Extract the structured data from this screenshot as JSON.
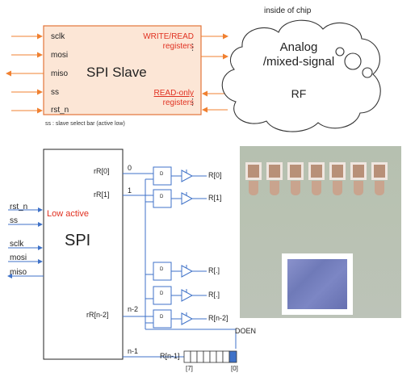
{
  "top_block": {
    "title": "SPI Slave",
    "pins_left": [
      "sclk",
      "mosi",
      "miso",
      "ss",
      "rst_n"
    ],
    "write_read_label": "WRITE/READ",
    "write_read_sub": "registers",
    "read_only_label": "READ-only",
    "read_only_sub": "registers",
    "note": "ss : slave select bar (active low)",
    "dots": "⋮"
  },
  "cloud": {
    "header": "inside of chip",
    "line1": "Analog",
    "line2": "/mixed-signal",
    "line3": "RF"
  },
  "bottom_block": {
    "title": "SPI",
    "low_active": "Low active",
    "inputs": [
      "rst_n",
      "ss",
      "sclk",
      "mosi",
      "miso"
    ],
    "reg_outputs": [
      "rR[0]",
      "rR[1]",
      "rR[n-2]"
    ],
    "index_labels": [
      "0",
      "1",
      "n-2",
      "n-1"
    ],
    "flipflop_label": "D",
    "outputs": [
      "R[0]",
      "R[1]",
      "R[.]",
      "R[.]",
      "R[n-2]"
    ],
    "last_output": "R[n-1]",
    "doen": "DOEN",
    "bit_left": "[7]",
    "bit_right": "[0]"
  },
  "colors": {
    "block_fill": "#fce6d6",
    "block_border": "#e3743a",
    "arrow_orange": "#f08030",
    "wire_blue": "#3f72c8",
    "text_red": "#e03020"
  }
}
